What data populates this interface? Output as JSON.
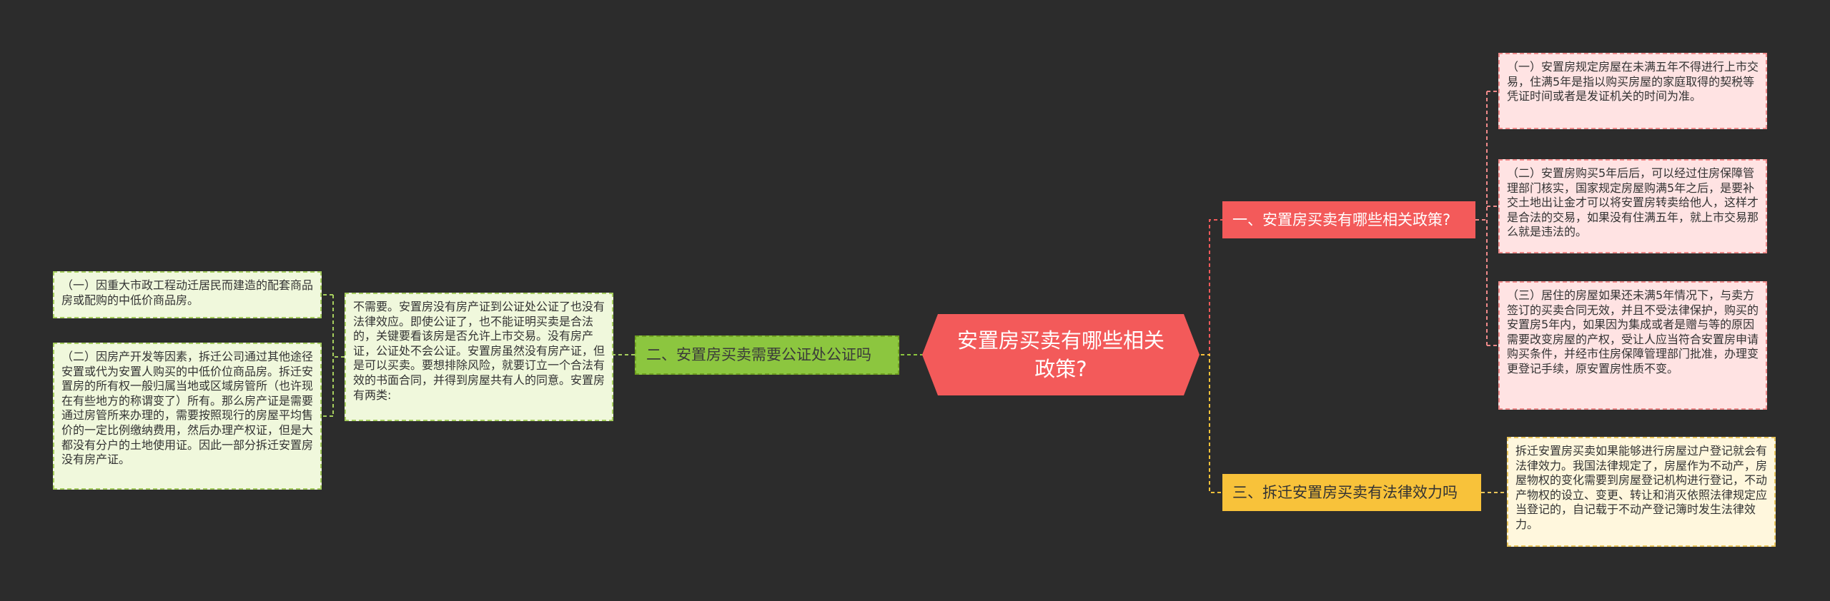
{
  "colors": {
    "background": "#2c2c2c",
    "center": "#f35a5a",
    "branch_red": "#f35a5a",
    "branch_green": "#8cc63f",
    "branch_yellow": "#f8c23a"
  },
  "center": {
    "title": "安置房买卖有哪些相关政策?"
  },
  "branches": [
    {
      "label": "一、安置房买卖有哪些相关政策?",
      "leaves": [
        "（一）安置房规定房屋在未满五年不得进行上市交易，住满5年是指以购买房屋的家庭取得的契税等凭证时间或者是发证机关的时间为准。",
        "（二）安置房购买5年后后，可以经过住房保障管理部门核实，国家规定房屋购满5年之后，是要补交土地出让金才可以将安置房转卖给他人，这样才是合法的交易，如果没有住满五年，就上市交易那么就是违法的。",
        "（三）居住的房屋如果还未满5年情况下，与卖方签订的买卖合同无效，并且不受法律保护，购买的安置房5年内，如果因为集成或者是赠与等的原因需要改变房屋的产权，受让人应当符合安置房申请购买条件，并经市住房保障管理部门批准，办理变更登记手续，原安置房性质不变。"
      ]
    },
    {
      "label": "二、安置房买卖需要公证处公证吗",
      "middle": "不需要。安置房没有房产证到公证处公证了也没有法律效应。即使公证了，也不能证明买卖是合法的，关键要看该房是否允许上市交易。没有房产证，公证处不会公证。安置房虽然没有房产证，但是可以买卖。要想排除风险，就要订立一个合法有效的书面合同，并得到房屋共有人的同意。安置房有两类:",
      "leaves": [
        "（一）因重大市政工程动迁居民而建造的配套商品房或配购的中低价商品房。",
        "（二）因房产开发等因素，拆迁公司通过其他途径安置或代为安置人购买的中低价位商品房。拆迁安置房的所有权一般归属当地或区域房管所（也许现在有些地方的称谓变了）所有。那么房产证是需要通过房管所来办理的，需要按照现行的房屋平均售价的一定比例缴纳费用，然后办理产权证，但是大都没有分户的土地使用证。因此一部分拆迁安置房没有房产证。"
      ]
    },
    {
      "label": "三、拆迁安置房买卖有法律效力吗",
      "leaves": [
        "拆迁安置房买卖如果能够进行房屋过户登记就会有法律效力。我国法律规定了，房屋作为不动产，房屋物权的变化需要到房屋登记机构进行登记，不动产物权的设立、变更、转让和消灭依照法律规定应当登记的，自记载于不动产登记簿时发生法律效力。"
      ]
    }
  ]
}
